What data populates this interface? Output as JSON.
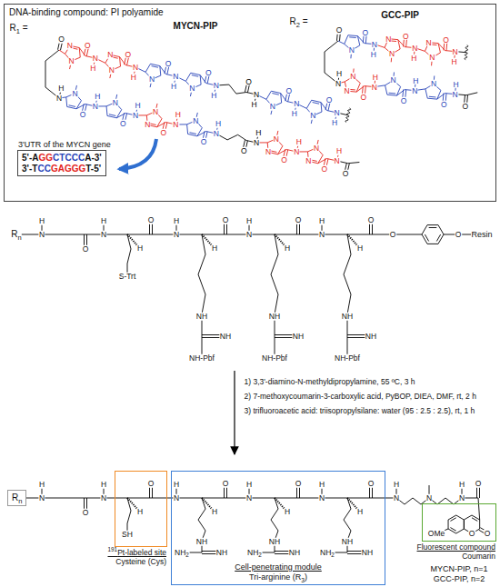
{
  "diagram": {
    "nodes": [
      {
        "text": [
          "DNA-binding compound: PI polyamide"
        ]
      },
      {
        "text": [
          "3'UTR of the MYCN gene",
          "5'-AGGCTCCCA-3'",
          "3'-TCCGAGGGT-5'"
        ],
        "in": 0
      },
      {
        "text": [
          "Rn"
        ]
      },
      {
        "text": [
          "191Pt-labeled site",
          "Cysteine (Cys)"
        ]
      },
      {
        "text": [
          "Cell-penetrating module",
          "Tri-arginine (R3)"
        ]
      },
      {
        "text": [
          "Fluorescent compound",
          "Coumarin"
        ]
      }
    ],
    "labels": [
      "R1 =",
      "MYCN-PIP",
      "O",
      "N",
      "H",
      "N",
      "N",
      "O",
      "N",
      "H",
      "N",
      "N",
      "O",
      "N",
      "H",
      "N",
      "O",
      "N",
      "H",
      "N",
      "O",
      "N",
      "H",
      "O",
      "N",
      "H",
      "N",
      "O",
      "N",
      "H",
      "N",
      "O",
      "N",
      "H",
      "N",
      "O",
      "N",
      "H",
      "N",
      "O",
      "N",
      "H",
      "N",
      "N",
      "O",
      "N",
      "H",
      "N",
      "O",
      "N",
      "H",
      "O",
      "N",
      "H",
      "N",
      "N",
      "O",
      "N",
      "H",
      "N",
      "N",
      "O",
      "N",
      "H",
      "O",
      "R2 =",
      "GCC-PIP",
      "O",
      "N",
      "H",
      "N",
      "O",
      "N",
      "H",
      "N",
      "N",
      "O",
      "N",
      "H",
      "N",
      "N",
      "O",
      "N",
      "H",
      "N",
      "N",
      "O",
      "N",
      "H",
      "N",
      "O",
      "N",
      "H",
      "N",
      "O",
      "N",
      "H",
      "O",
      "Rn",
      "N",
      "H",
      "O",
      "N",
      "H",
      "H",
      "S-Trt",
      "O",
      "N",
      "H",
      "H",
      "NH",
      "NH",
      "NH-Pbf",
      "O",
      "N",
      "H",
      "H",
      "NH",
      "NH",
      "NH-Pbf",
      "O",
      "N",
      "H",
      "H",
      "NH",
      "NH",
      "NH-Pbf",
      "O",
      "O",
      "O",
      "Resin",
      "1) 3,3'-diamino-N-methyldipropylamine, 55 ºC, 3 h",
      "2) 7-methoxycoumarin-3-carboxylic acid, PyBOP, DIEA, DMF, rt, 2 h",
      "3) trifluoroacetic acid: triisopropylsilane: water (95 : 2.5 : 2.5), rt, 1 h",
      "N",
      "H",
      "O",
      "N",
      "H",
      "H",
      "SH",
      "O",
      "N",
      "H",
      "H",
      "NH",
      "NH",
      "NH2",
      "O",
      "N",
      "H",
      "H",
      "NH",
      "NH",
      "NH2",
      "O",
      "N",
      "H",
      "H",
      "NH",
      "NH",
      "NH2",
      "O",
      "N",
      "H",
      "N",
      "N",
      "H",
      "O",
      "O",
      "O",
      "OMe",
      "MYCN-PIP, n=1",
      "GCC-PIP, n=2"
    ]
  }
}
